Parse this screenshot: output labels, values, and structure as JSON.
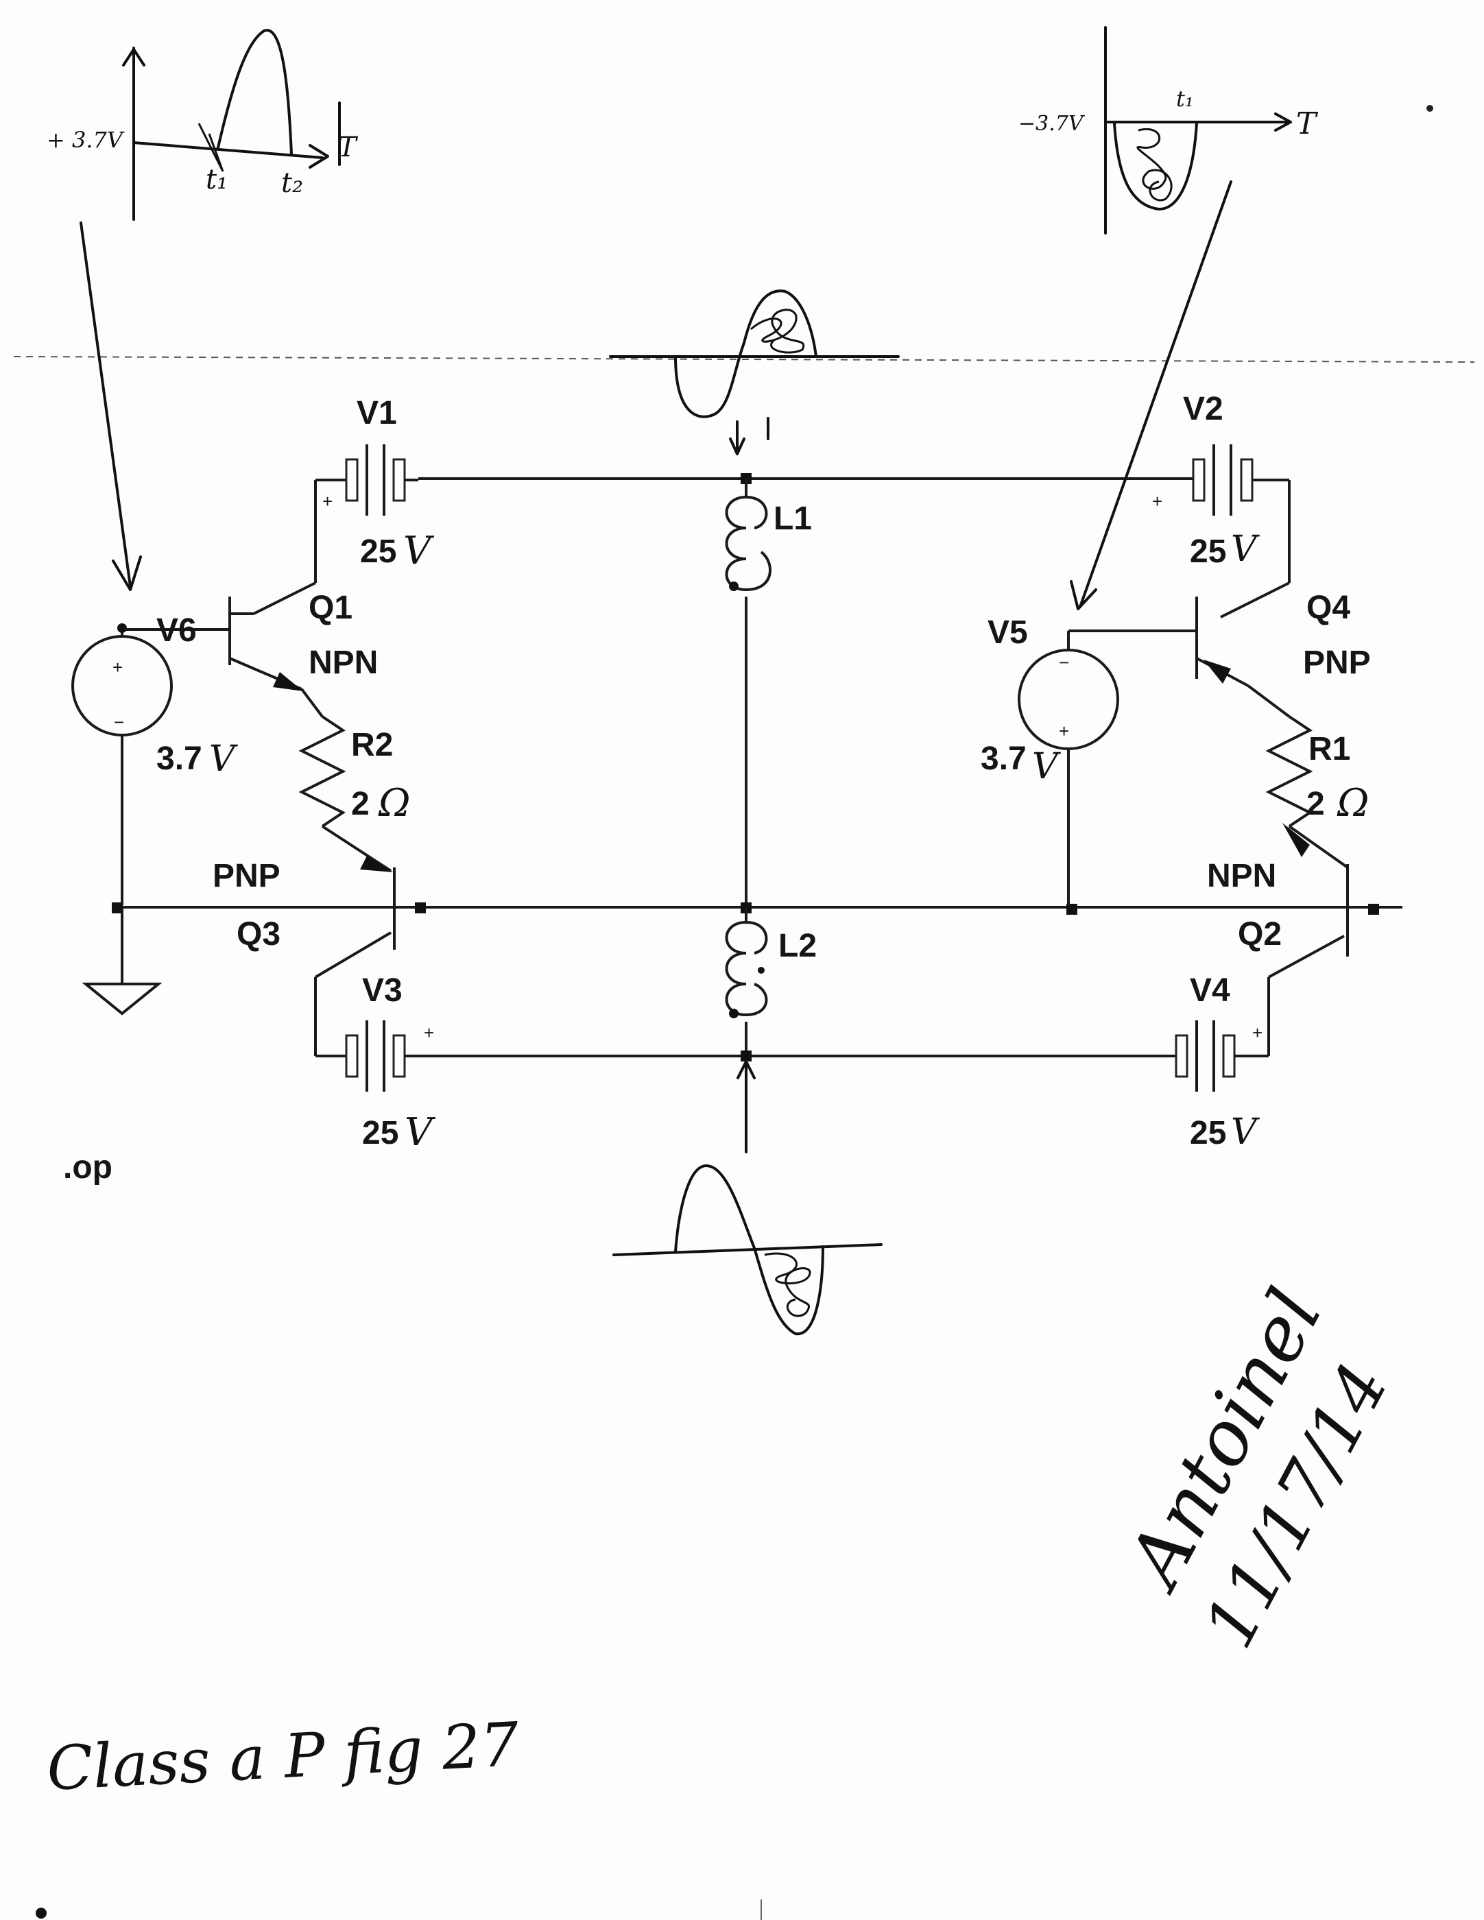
{
  "labels": {
    "V1": "V1",
    "V2": "V2",
    "V3": "V3",
    "V4": "V4",
    "V5": "V5",
    "V6": "V6",
    "Q1": "Q1",
    "Q2": "Q2",
    "Q3": "Q3",
    "Q4": "Q4",
    "L1": "L1",
    "L2": "L2",
    "R1": "R1",
    "R2": "R2",
    "npn": "NPN",
    "pnp": "PNP",
    "v_25": "25",
    "v_37": "3.7",
    "r_2": "2",
    "op": ".op",
    "plus": "+",
    "minus": "−"
  },
  "handwriting": {
    "unit_v": "V",
    "ohm": "Ω",
    "wf_left_level": "+ 3.7V",
    "wf_left_t1": "t₁",
    "wf_left_t2": "t₂",
    "wf_left_T": "T",
    "wf_right_level": "−3.7V",
    "wf_right_t1": "t₁",
    "wf_right_T": "T",
    "signature": "Antoinel",
    "date": "11/17/14",
    "caption": "Class a P fig 27"
  }
}
